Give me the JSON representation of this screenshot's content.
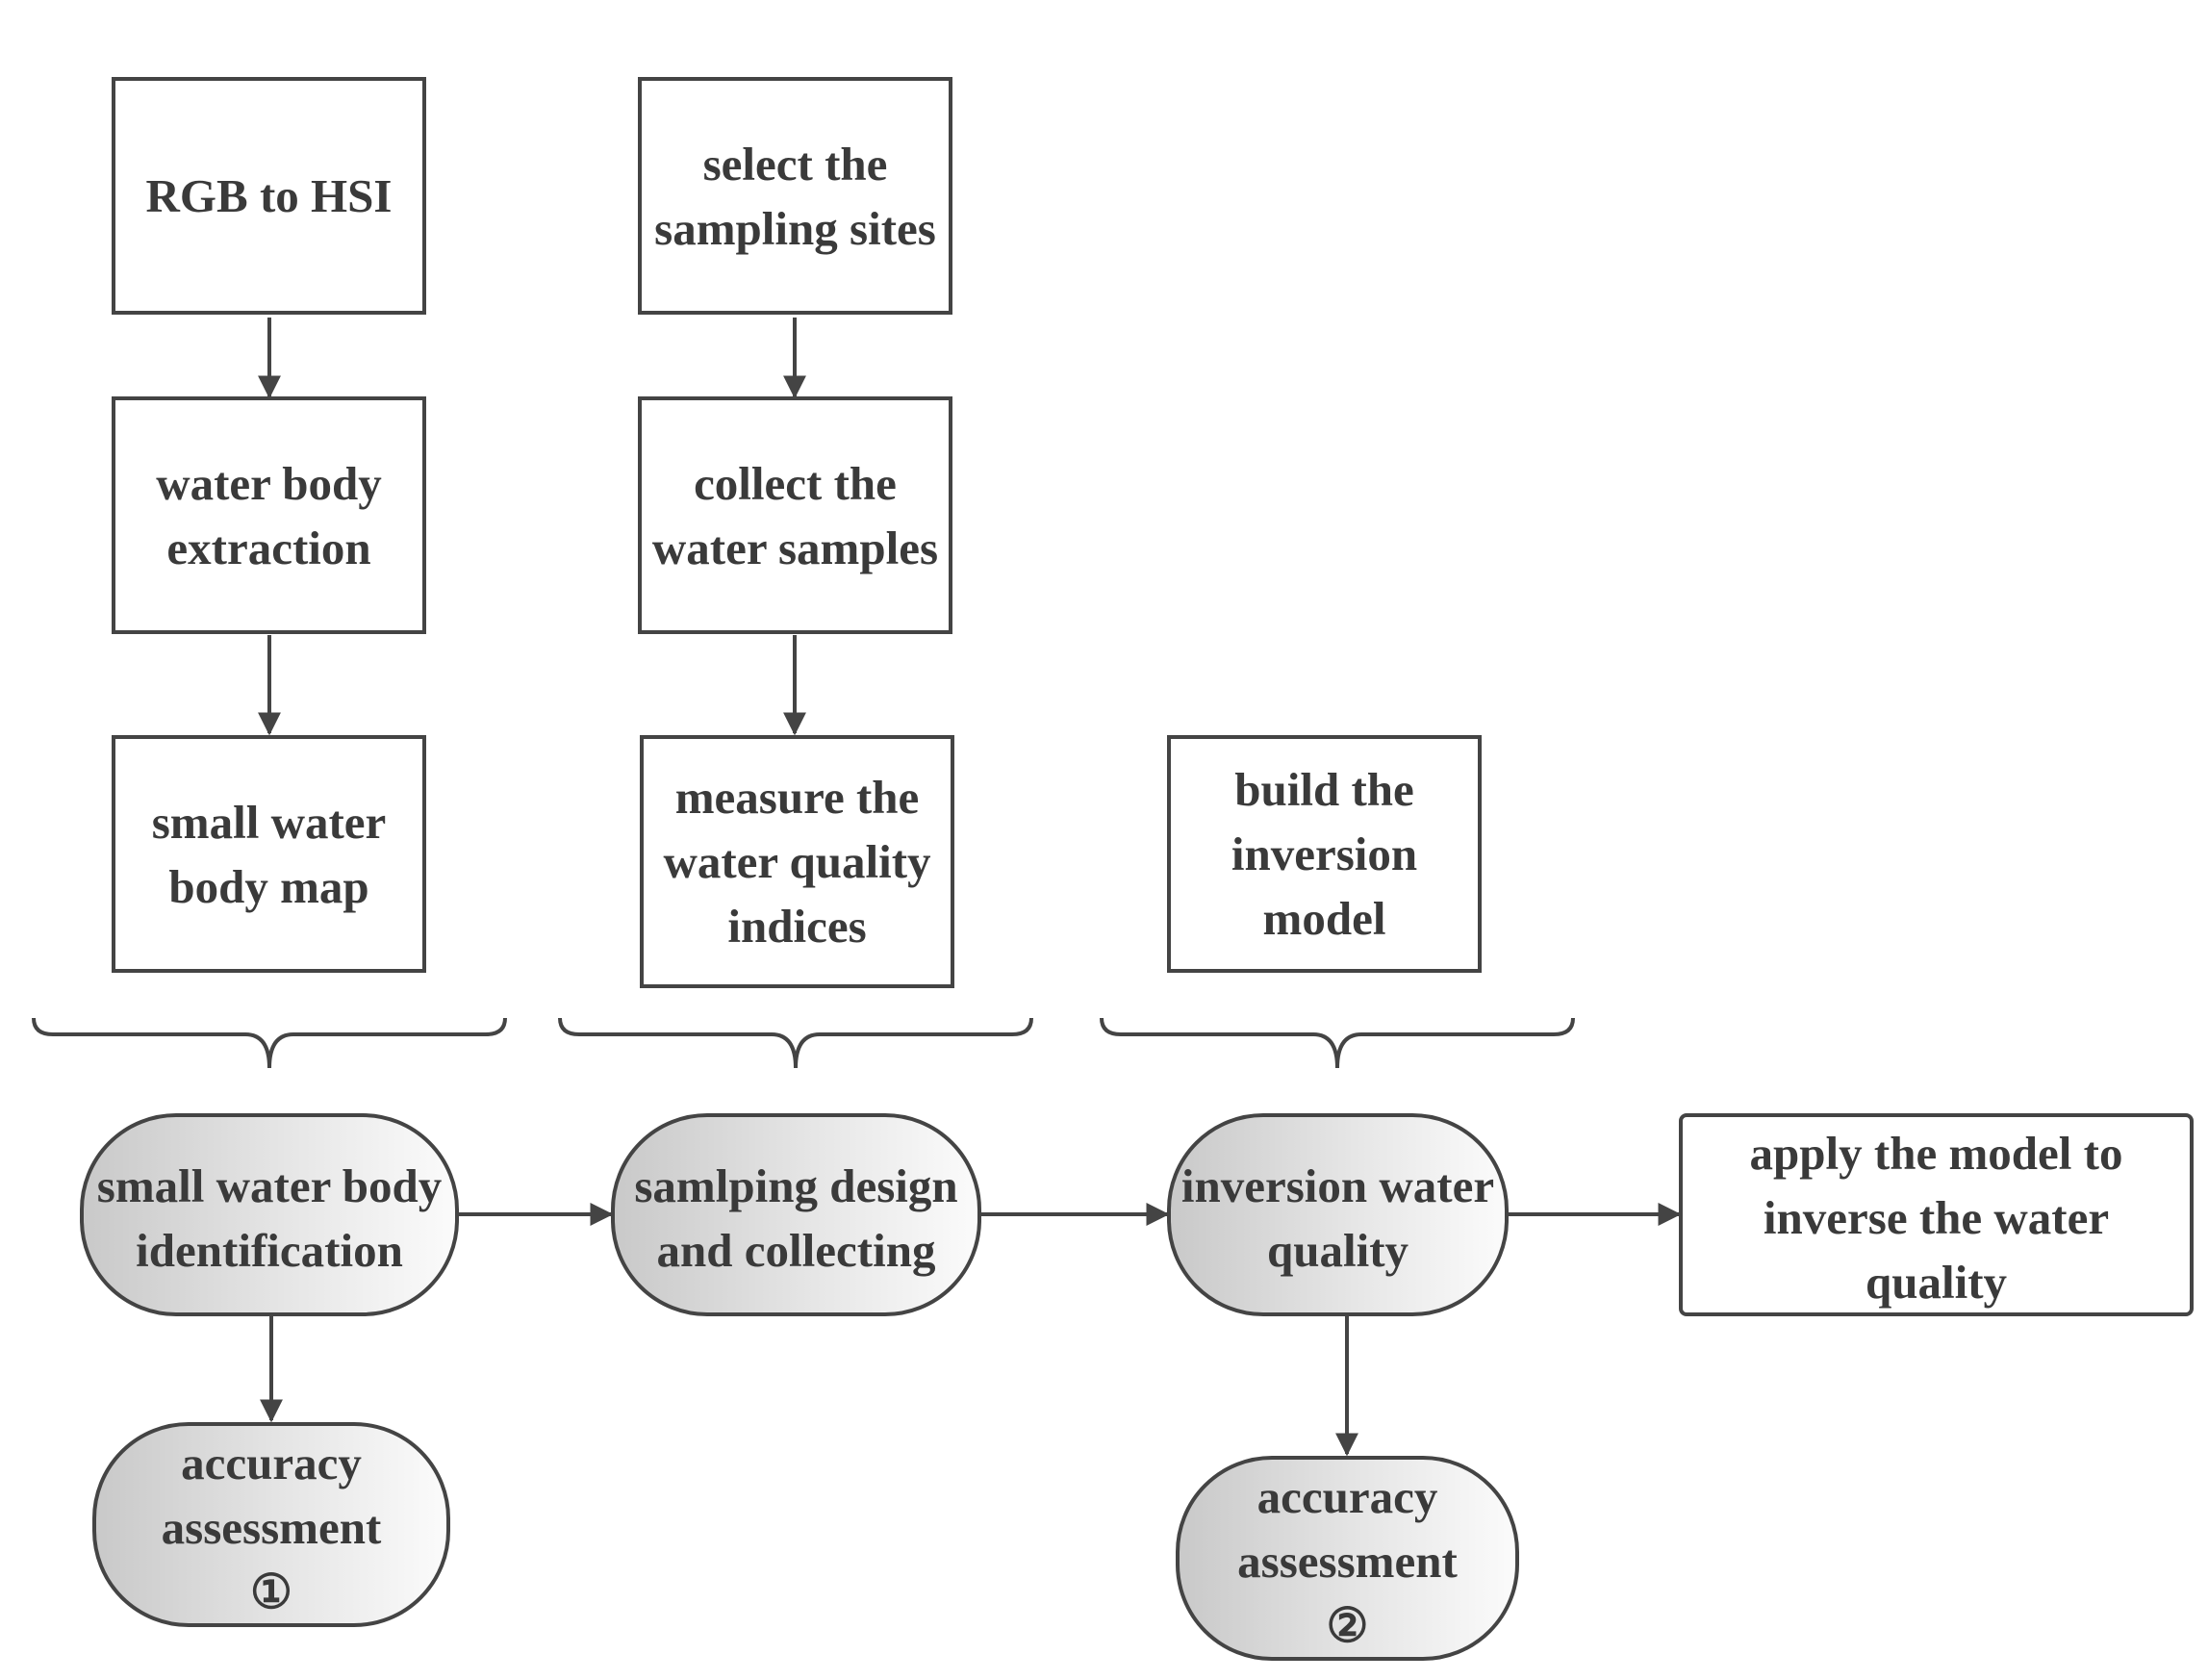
{
  "column1": {
    "rgb_to_hsi": "RGB to HSI",
    "water_body_extraction": "water body extraction",
    "small_water_body_map": "small water body map"
  },
  "column2": {
    "select_sampling_sites": "select the sampling sites",
    "collect_water_samples": "collect the water samples",
    "measure_water_quality_indices": "measure the water quality indices"
  },
  "column3": {
    "build_inversion_model": "build the inversion model"
  },
  "stages": {
    "small_water_body_identification": "small water body identification",
    "sampling_design_and_collecting": "samlping design and collecting",
    "inversion_water_quality": "inversion water quality",
    "apply_model": "apply the model to inverse the water quality"
  },
  "assessments": {
    "assessment_1_text": "accuracy assessment",
    "assessment_1_marker": "①",
    "assessment_2_text": "accuracy assessment",
    "assessment_2_marker": "②"
  },
  "colors": {
    "stroke": "#444444",
    "text": "#3a3a3a",
    "pill_gradient_start": "#c9c9c9",
    "pill_gradient_end": "#fbfbfb"
  }
}
